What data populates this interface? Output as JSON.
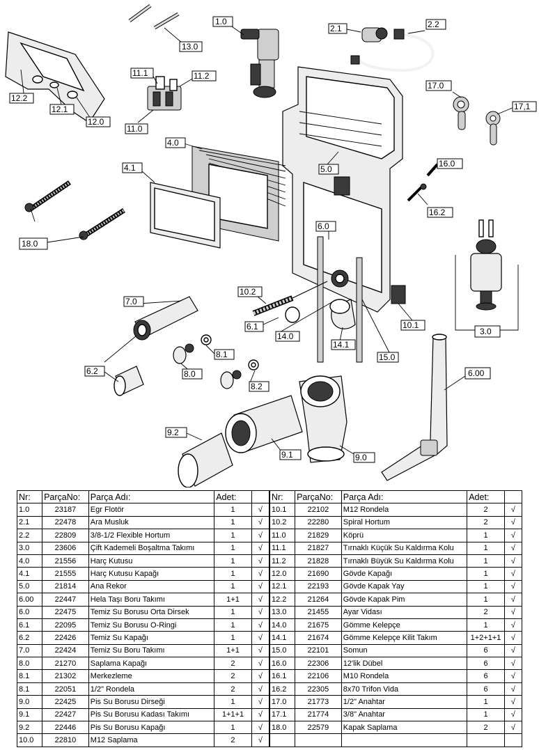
{
  "labels": {
    "l1_0": "1.0",
    "l2_1": "2.1",
    "l2_2": "2.2",
    "l13_0": "13.0",
    "l12_2": "12.2",
    "l12_1": "12.1",
    "l12_0": "12.0",
    "l11_1": "11.1",
    "l11_2": "11.2",
    "l11_0": "11.0",
    "l17_0": "17.0",
    "l17_1": "17,1",
    "l4_0": "4.0",
    "l4_1": "4.1",
    "l5_0": "5.0",
    "l16_0": "16.0",
    "l16_2": "16.2",
    "l18_0": "18.0",
    "l6_0": "6.0",
    "l10_2": "10.2",
    "l7_0": "7.0",
    "l6_1": "6.1",
    "l14_0": "14.0",
    "l14_1": "14.1",
    "l15_0": "15.0",
    "l10_1": "10.1",
    "l3_0": "3.0",
    "l8_1": "8.1",
    "l8_0": "8.0",
    "l8_2": "8.2",
    "l6_2": "6.2",
    "l6_00": "6.00",
    "l9_2": "9.2",
    "l9_1": "9.1",
    "l9_0": "9.0"
  },
  "table": {
    "headers": {
      "nr": "Nr:",
      "parca_no": "ParçaNo:",
      "parca_adi": "Parça Adı:",
      "adet": "Adet:"
    },
    "check": "√",
    "left": [
      {
        "nr": "1.0",
        "no": "23187",
        "name": "Egr Flotör",
        "qty": "1"
      },
      {
        "nr": "2.1",
        "no": "22478",
        "name": "Ara Musluk",
        "qty": "1"
      },
      {
        "nr": "2.2",
        "no": "22809",
        "name": "3/8-1/2 Flexible Hortum",
        "qty": "1"
      },
      {
        "nr": "3.0",
        "no": "23606",
        "name": "Çift Kademeli Boşaltma Takımı",
        "qty": "1"
      },
      {
        "nr": "4.0",
        "no": "21556",
        "name": "Harç Kutusu",
        "qty": "1"
      },
      {
        "nr": "4.1",
        "no": "21555",
        "name": "Harç Kutusu Kapağı",
        "qty": "1"
      },
      {
        "nr": "5.0",
        "no": "21814",
        "name": "Ana Rekor",
        "qty": "1"
      },
      {
        "nr": "6.00",
        "no": "22447",
        "name": "Hela Taşı Boru Takımı",
        "qty": "1+1"
      },
      {
        "nr": "6.0",
        "no": "22475",
        "name": "Temiz Su Borusu Orta Dirsek",
        "qty": "1"
      },
      {
        "nr": "6.1",
        "no": "22095",
        "name": "Temiz Su Borusu O-Ringi",
        "qty": "1"
      },
      {
        "nr": "6.2",
        "no": "22426",
        "name": "Temiz Su Kapağı",
        "qty": "1"
      },
      {
        "nr": "7.0",
        "no": "22424",
        "name": "Temiz Su Boru Takımı",
        "qty": "1+1"
      },
      {
        "nr": "8.0",
        "no": "21270",
        "name": "Saplama Kapağı",
        "qty": "2"
      },
      {
        "nr": "8.1",
        "no": "21302",
        "name": "Merkezleme",
        "qty": "2"
      },
      {
        "nr": "8.1",
        "no": "22051",
        "name": "1/2\" Rondela",
        "qty": "2"
      },
      {
        "nr": "9.0",
        "no": "22425",
        "name": "Pis Su Borusu Dirseği",
        "qty": "1"
      },
      {
        "nr": "9.1",
        "no": "22427",
        "name": "Pis Su Borusu Kadası Takımı",
        "qty": "1+1+1"
      },
      {
        "nr": "9.2",
        "no": "22446",
        "name": "Pis Su Borusu Kapağı",
        "qty": "1"
      },
      {
        "nr": "10.0",
        "no": "22810",
        "name": "M12 Saplama",
        "qty": "2"
      }
    ],
    "right": [
      {
        "nr": "10.1",
        "no": "22102",
        "name": "M12 Rondela",
        "qty": "2"
      },
      {
        "nr": "10.2",
        "no": "22280",
        "name": "Spiral Hortum",
        "qty": "2"
      },
      {
        "nr": "11.0",
        "no": "21829",
        "name": "Köprü",
        "qty": "1"
      },
      {
        "nr": "11.1",
        "no": "21827",
        "name": "Tırnaklı Küçük Su Kaldırma Kolu",
        "qty": "1"
      },
      {
        "nr": "11.2",
        "no": "21828",
        "name": "Tırnaklı Büyük Su Kaldırma Kolu",
        "qty": "1"
      },
      {
        "nr": "12.0",
        "no": "21690",
        "name": "Gövde Kapağı",
        "qty": "1"
      },
      {
        "nr": "12.1",
        "no": "22193",
        "name": "Gövde Kapak Yay",
        "qty": "1"
      },
      {
        "nr": "12.2",
        "no": "21264",
        "name": "Gövde Kapak Pim",
        "qty": "1"
      },
      {
        "nr": "13.0",
        "no": "21455",
        "name": "Ayar Vidası",
        "qty": "2"
      },
      {
        "nr": "14.0",
        "no": "21675",
        "name": "Gömme Kelepçe",
        "qty": "1"
      },
      {
        "nr": "14.1",
        "no": "21674",
        "name": "Gömme Kelepçe Kilit Takım",
        "qty": "1+2+1+1"
      },
      {
        "nr": "15.0",
        "no": "22101",
        "name": "Somun",
        "qty": "6"
      },
      {
        "nr": "16.0",
        "no": "22306",
        "name": "12'lik Dübel",
        "qty": "6"
      },
      {
        "nr": "16.1",
        "no": "22106",
        "name": "M10 Rondela",
        "qty": "6"
      },
      {
        "nr": "16.2",
        "no": "22305",
        "name": "8x70 Trifon Vida",
        "qty": "6"
      },
      {
        "nr": "17.0",
        "no": "21773",
        "name": "1/2\" Anahtar",
        "qty": "1"
      },
      {
        "nr": "17.1",
        "no": "21774",
        "name": "3/8\" Anahtar",
        "qty": "1"
      },
      {
        "nr": "18.0",
        "no": "22579",
        "name": "Kapak Saplama",
        "qty": "2"
      }
    ]
  }
}
